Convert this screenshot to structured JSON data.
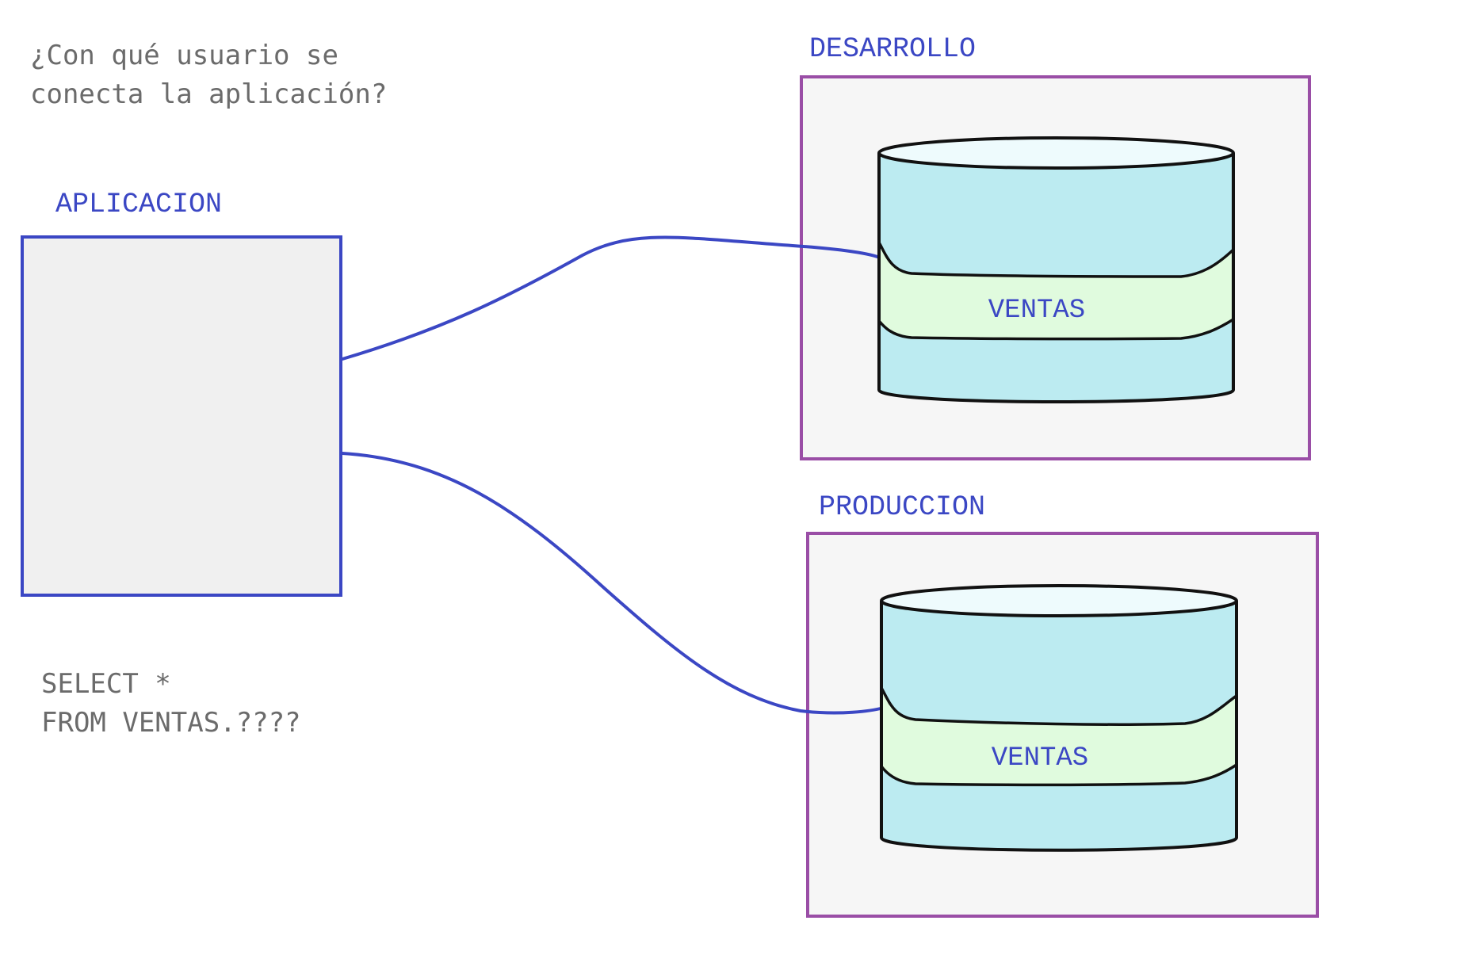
{
  "question": {
    "line1": "¿Con qué usuario se",
    "line2": "conecta la aplicación?"
  },
  "query": {
    "line1": "SELECT *",
    "line2": "FROM VENTAS.????"
  },
  "application": {
    "label": "APLICACION"
  },
  "environments": [
    {
      "label": "DESARROLLO",
      "schema": "VENTAS"
    },
    {
      "label": "PRODUCCION",
      "schema": "VENTAS"
    }
  ],
  "colors": {
    "label": "#3b47c4",
    "connector": "#3b47c4",
    "environment_border": "#9a4ea6",
    "note_text": "#6b6b6b",
    "cylinder_body": "#bcebf1",
    "cylinder_top": "#eefbfd",
    "schema_band": "#e0fbde"
  }
}
